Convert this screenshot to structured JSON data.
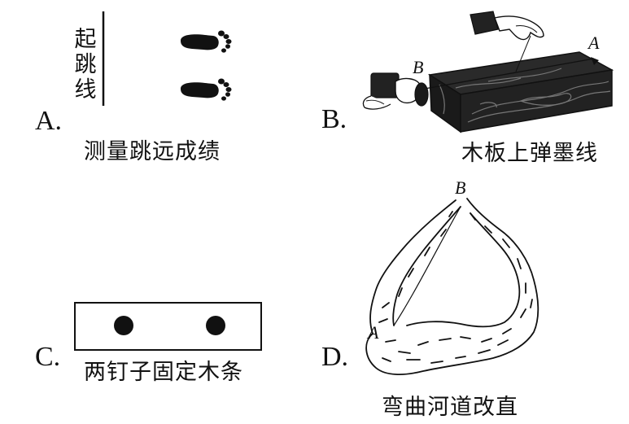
{
  "panels": {
    "a": {
      "letter": "A.",
      "caption": "测量跳远成绩",
      "line_label": "起跳线"
    },
    "b": {
      "letter": "B.",
      "caption": "木板上弹墨线",
      "point_a": "A",
      "point_b": "B"
    },
    "c": {
      "letter": "C.",
      "caption": "两钉子固定木条"
    },
    "d": {
      "letter": "D.",
      "caption": "弯曲河道改直",
      "point_a": "A",
      "point_b": "B"
    }
  }
}
